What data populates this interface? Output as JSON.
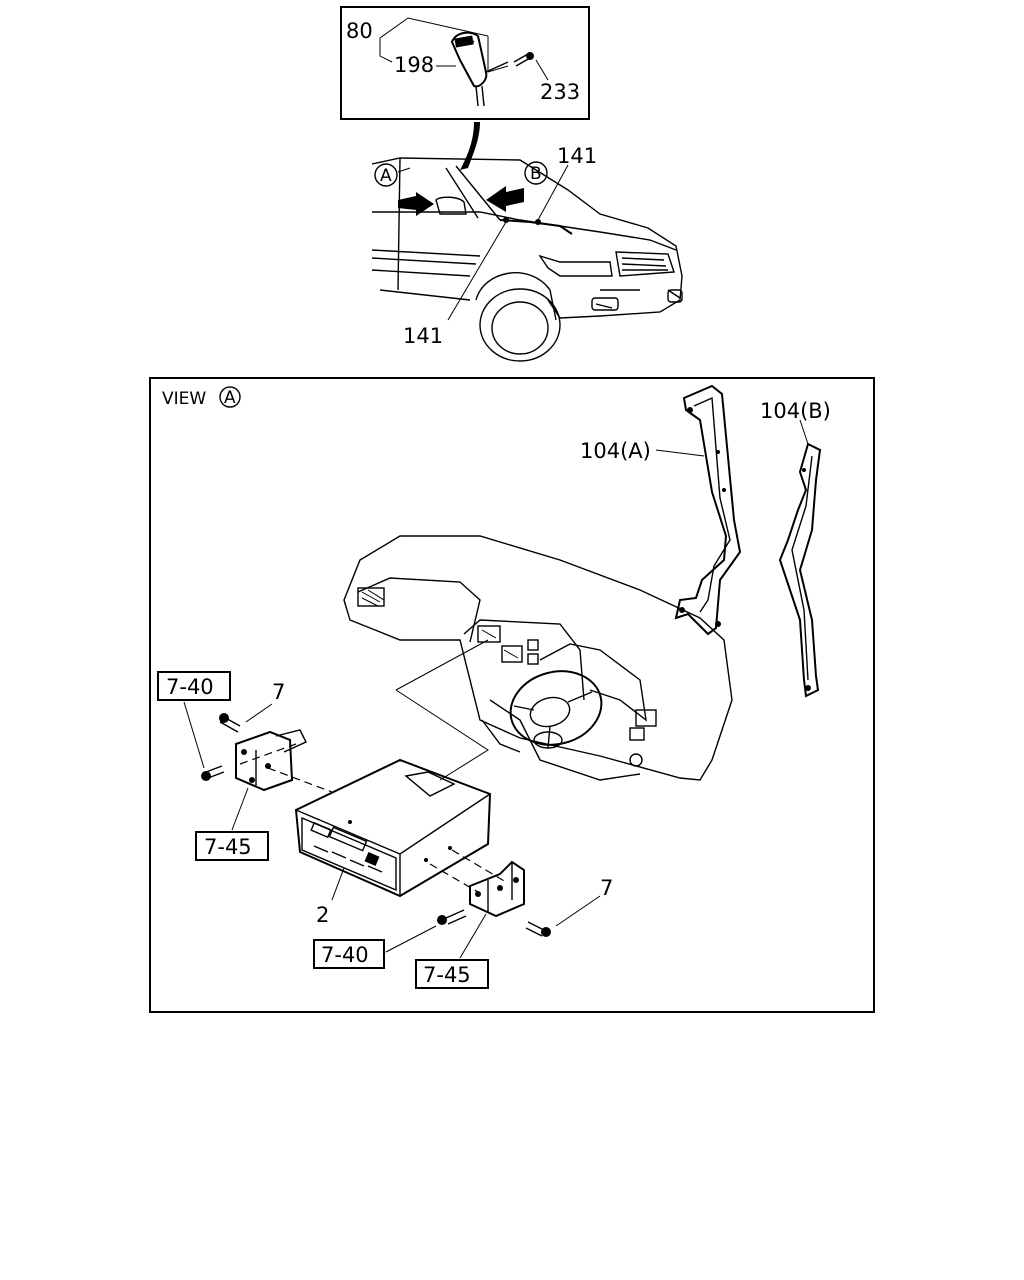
{
  "detail_box": {
    "labels": {
      "part_80": "80",
      "part_198": "198",
      "part_233": "233"
    }
  },
  "vehicle_view": {
    "markers": {
      "a": "A",
      "b": "B"
    },
    "labels": {
      "part_141_top": "141",
      "part_141_bottom": "141"
    }
  },
  "view_a": {
    "title_text": "VIEW",
    "title_marker": "A",
    "labels": {
      "part_104a": "104(A)",
      "part_104b": "104(B)",
      "part_7_left": "7",
      "part_7_right": "7",
      "part_2": "2",
      "box_7_40_left": "7-40",
      "box_7_45_left": "7-45",
      "box_7_40_right": "7-40",
      "box_7_45_right": "7-45"
    }
  }
}
